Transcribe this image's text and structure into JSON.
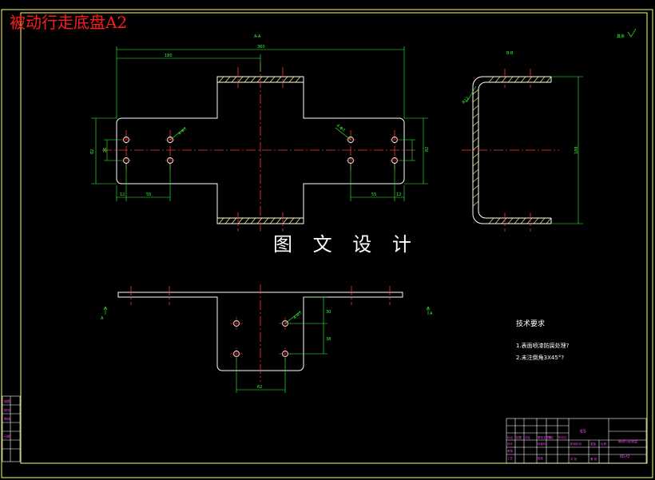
{
  "title": "被动行走底盘A2",
  "watermark": "图 文 设 计",
  "section_labels": {
    "aa": "A-A",
    "bb": "B-B"
  },
  "tech_requirements": {
    "heading": "技术要求",
    "items": [
      "1.表面喷漆防腐处理?",
      "2.未注倒角3X45°?"
    ]
  },
  "title_block": {
    "code": "65",
    "drawing_name": "被动行走底盘",
    "drawing_no": "BD-A2"
  },
  "roughness_note": "其余",
  "colors": {
    "background": "#000000",
    "border": "#ffff66",
    "outline": "#ffffff",
    "centerline": "#ff3333",
    "dimension": "#33ff33",
    "hatch": "#ffff66",
    "annotation": "#ff44ff",
    "title": "#ff1a1a"
  }
}
